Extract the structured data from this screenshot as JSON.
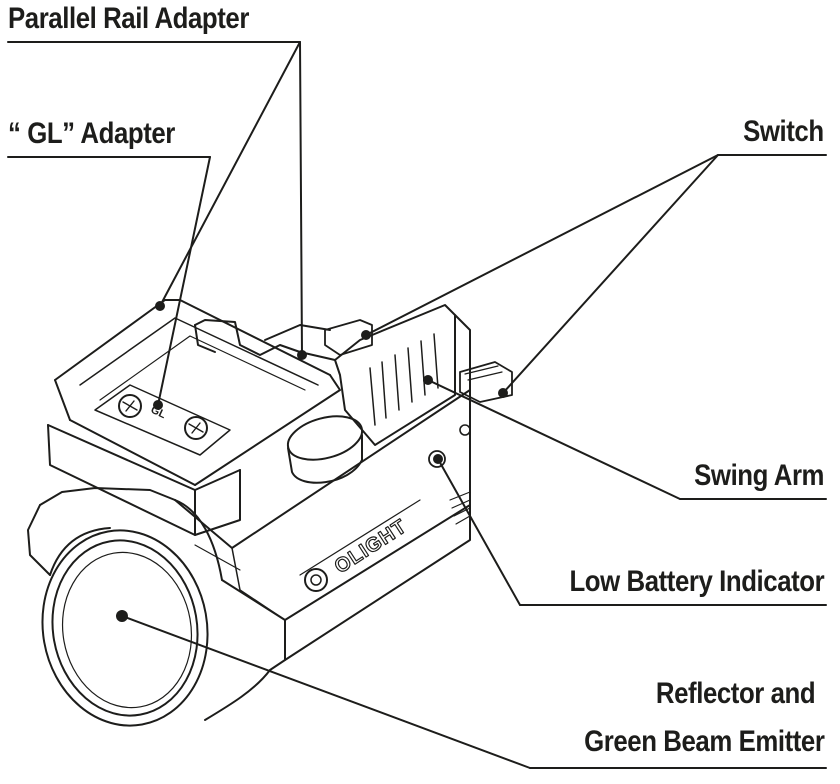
{
  "labels": {
    "parallel_rail_adapter": "Parallel Rail Adapter",
    "gl_adapter": "“ GL” Adapter",
    "switch": "Switch",
    "swing_arm": "Swing Arm",
    "low_battery_indicator": "Low Battery Indicator",
    "reflector_line1": "Reflector and",
    "reflector_line2": "Green Beam Emitter"
  },
  "product_marking": "OLIGHT",
  "adapter_marking": "GL",
  "colors": {
    "ink": "#1d1d1b",
    "background": "#ffffff"
  }
}
